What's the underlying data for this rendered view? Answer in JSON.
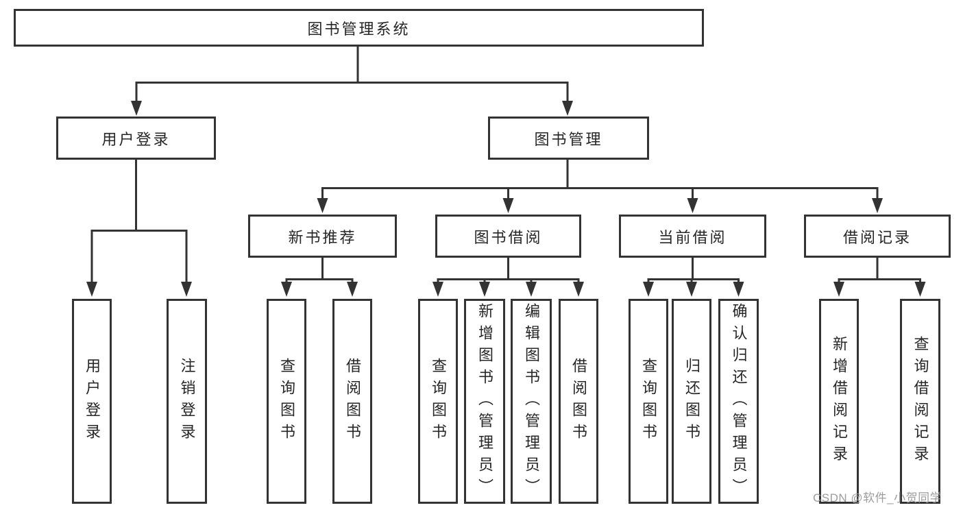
{
  "diagram": {
    "root": {
      "label": "图书管理系统"
    },
    "branches": [
      {
        "label": "用户登录",
        "children": [
          {
            "label": "用户登录"
          },
          {
            "label": "注销登录"
          }
        ]
      },
      {
        "label": "图书管理",
        "children": [
          {
            "label": "新书推荐",
            "children": [
              {
                "label": "查询图书"
              },
              {
                "label": "借阅图书"
              }
            ]
          },
          {
            "label": "图书借阅",
            "children": [
              {
                "label": "查询图书"
              },
              {
                "label": "新增图书（管理员）"
              },
              {
                "label": "编辑图书（管理员）"
              },
              {
                "label": "借阅图书"
              }
            ]
          },
          {
            "label": "当前借阅",
            "children": [
              {
                "label": "查询图书"
              },
              {
                "label": "归还图书"
              },
              {
                "label": "确认归还（管理员）"
              }
            ]
          },
          {
            "label": "借阅记录",
            "children": [
              {
                "label": "新增借阅记录"
              },
              {
                "label": "查询借阅记录"
              }
            ]
          }
        ]
      }
    ]
  },
  "watermark": {
    "text": "CSDN @软件_小贺同学"
  },
  "colors": {
    "line": "#333333",
    "box_border": "#333333",
    "box_fill": "#ffffff",
    "text": "#262626",
    "watermark": "#9c9c9c",
    "background": "#ffffff"
  }
}
